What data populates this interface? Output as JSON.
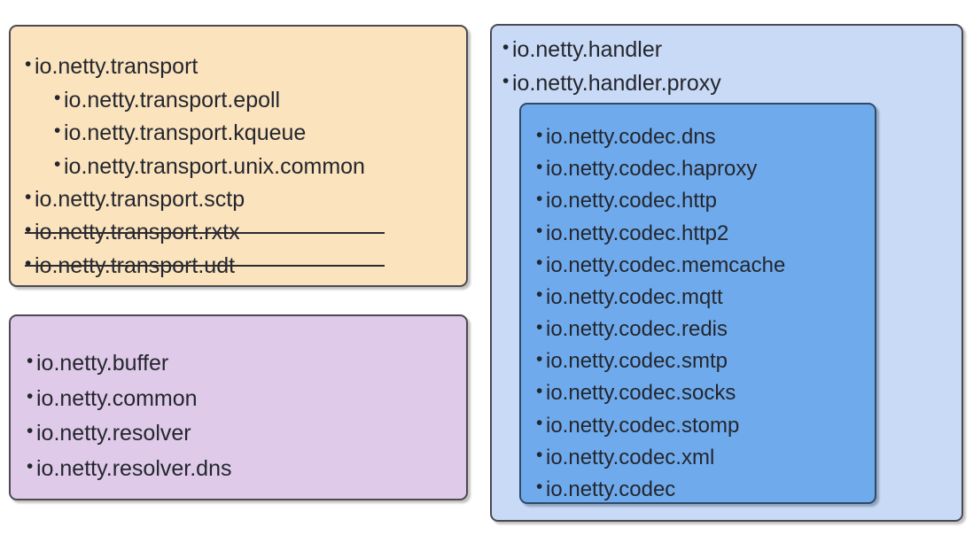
{
  "diagram": {
    "title": "Netty module package grouping",
    "colors": {
      "transport_fill": "#fae3bd",
      "core_fill": "#dfcbe9",
      "handler_fill": "#c8daf5",
      "codec_fill": "#6fabec",
      "border": "#4a4a52",
      "codec_border": "#2f4a68",
      "text": "#24262e"
    },
    "bullet_glyph": "•"
  },
  "groups": {
    "transport": {
      "name": "transport-group",
      "items": [
        {
          "label": "io.netty.transport",
          "nested": false,
          "struck": false
        },
        {
          "label": "io.netty.transport.epoll",
          "nested": true,
          "struck": false
        },
        {
          "label": "io.netty.transport.kqueue",
          "nested": true,
          "struck": false
        },
        {
          "label": "io.netty.transport.unix.common",
          "nested": true,
          "struck": false
        },
        {
          "label": "io.netty.transport.sctp",
          "nested": false,
          "struck": false
        },
        {
          "label": "io.netty.transport.rxtx",
          "nested": false,
          "struck": true
        },
        {
          "label": "io.netty.transport.udt",
          "nested": false,
          "struck": true
        }
      ]
    },
    "core": {
      "name": "core-group",
      "items": [
        {
          "label": "io.netty.buffer",
          "nested": false,
          "struck": false
        },
        {
          "label": "io.netty.common",
          "nested": false,
          "struck": false
        },
        {
          "label": "io.netty.resolver",
          "nested": false,
          "struck": false
        },
        {
          "label": "io.netty.resolver.dns",
          "nested": false,
          "struck": false
        }
      ]
    },
    "handler": {
      "name": "handler-group",
      "items": [
        {
          "label": "io.netty.handler",
          "nested": false,
          "struck": false
        },
        {
          "label": "io.netty.handler.proxy",
          "nested": false,
          "struck": false
        }
      ]
    },
    "codec": {
      "name": "codec-group",
      "items": [
        {
          "label": "io.netty.codec.dns",
          "nested": false,
          "struck": false
        },
        {
          "label": "io.netty.codec.haproxy",
          "nested": false,
          "struck": false
        },
        {
          "label": "io.netty.codec.http",
          "nested": false,
          "struck": false
        },
        {
          "label": "io.netty.codec.http2",
          "nested": false,
          "struck": false
        },
        {
          "label": "io.netty.codec.memcache",
          "nested": false,
          "struck": false
        },
        {
          "label": "io.netty.codec.mqtt",
          "nested": false,
          "struck": false
        },
        {
          "label": "io.netty.codec.redis",
          "nested": false,
          "struck": false
        },
        {
          "label": "io.netty.codec.smtp",
          "nested": false,
          "struck": false
        },
        {
          "label": "io.netty.codec.socks",
          "nested": false,
          "struck": false
        },
        {
          "label": "io.netty.codec.stomp",
          "nested": false,
          "struck": false
        },
        {
          "label": "io.netty.codec.xml",
          "nested": false,
          "struck": false
        },
        {
          "label": "io.netty.codec",
          "nested": false,
          "struck": false
        }
      ]
    }
  }
}
